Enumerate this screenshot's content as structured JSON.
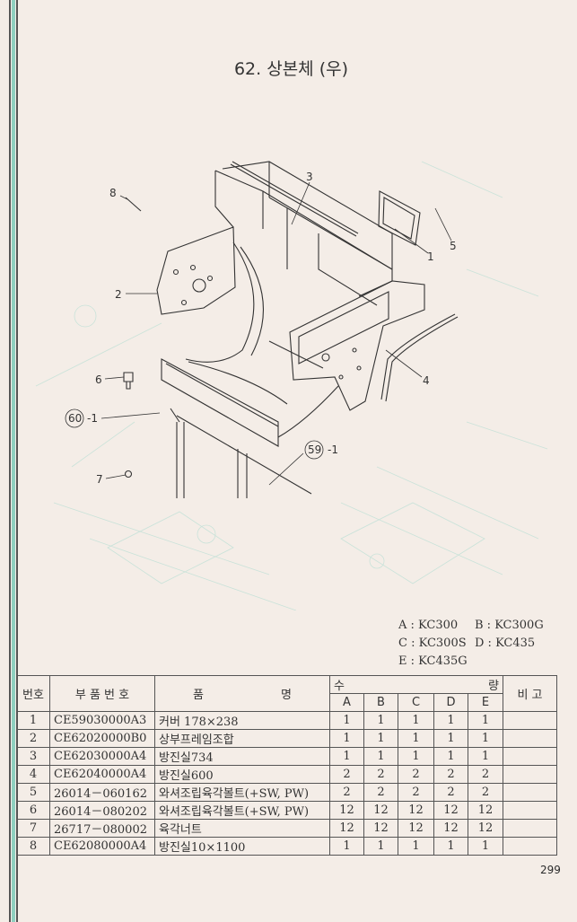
{
  "title": "62. 상본체 (우)",
  "diagram": {
    "callouts": {
      "p1": "1",
      "p2": "2",
      "p3": "3",
      "p4": "4",
      "p5": "5",
      "p6": "6",
      "p7": "7",
      "p8": "8",
      "ref60": "60",
      "ref60_suffix": "-1",
      "ref59": "59",
      "ref59_suffix": "-1"
    }
  },
  "legend": [
    [
      "A : KC300",
      "B : KC300G"
    ],
    [
      "C : KC300S",
      "D : KC435"
    ],
    [
      "E : KC435G",
      ""
    ]
  ],
  "table": {
    "headers": {
      "no": "번호",
      "part_no": "부 품 번 호",
      "name_a": "품",
      "name_b": "명",
      "qty_a": "수",
      "qty_b": "량",
      "remarks": "비  고",
      "models": [
        "A",
        "B",
        "C",
        "D",
        "E"
      ]
    },
    "rows": [
      {
        "no": "1",
        "part_no": "CE59030000A3",
        "name": "커버 178×238",
        "qty": [
          "1",
          "1",
          "1",
          "1",
          "1"
        ],
        "remarks": ""
      },
      {
        "no": "2",
        "part_no": "CE62020000B0",
        "name": "상부프레임조합",
        "qty": [
          "1",
          "1",
          "1",
          "1",
          "1"
        ],
        "remarks": ""
      },
      {
        "no": "3",
        "part_no": "CE62030000A4",
        "name": "방진실734",
        "qty": [
          "1",
          "1",
          "1",
          "1",
          "1"
        ],
        "remarks": ""
      },
      {
        "no": "4",
        "part_no": "CE62040000A4",
        "name": "방진실600",
        "qty": [
          "2",
          "2",
          "2",
          "2",
          "2"
        ],
        "remarks": ""
      },
      {
        "no": "5",
        "part_no": "26014－060162",
        "name": "와셔조립육각볼트(+SW, PW)",
        "qty": [
          "2",
          "2",
          "2",
          "2",
          "2"
        ],
        "remarks": ""
      },
      {
        "no": "6",
        "part_no": "26014－080202",
        "name": "와셔조립육각볼트(+SW, PW)",
        "qty": [
          "12",
          "12",
          "12",
          "12",
          "12"
        ],
        "remarks": ""
      },
      {
        "no": "7",
        "part_no": "26717－080002",
        "name": "육각너트",
        "qty": [
          "12",
          "12",
          "12",
          "12",
          "12"
        ],
        "remarks": ""
      },
      {
        "no": "8",
        "part_no": "CE62080000A4",
        "name": "방진실10×1100",
        "qty": [
          "1",
          "1",
          "1",
          "1",
          "1"
        ],
        "remarks": ""
      }
    ]
  },
  "page_number": "299"
}
